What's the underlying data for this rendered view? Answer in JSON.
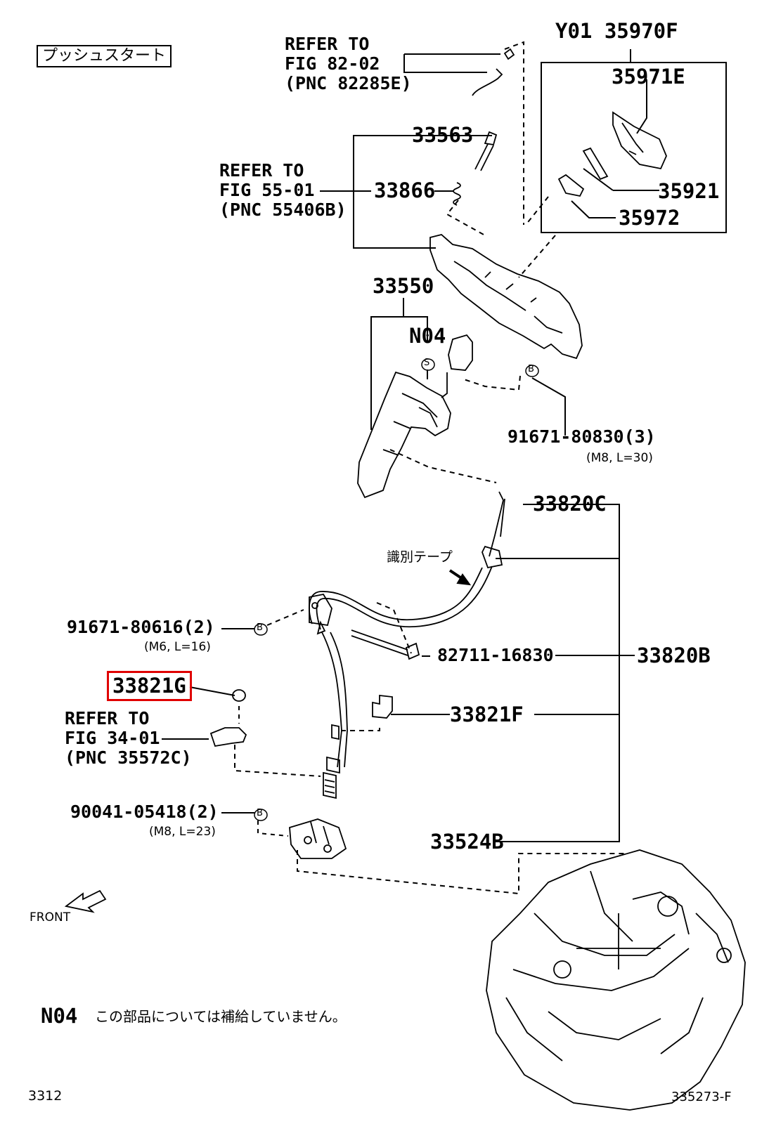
{
  "header": {
    "push_start_label": "プッシュスタート",
    "variant_code": "Y01 35970F"
  },
  "refs": {
    "fig_82": {
      "line1": "REFER TO",
      "line2": "FIG 82-02",
      "line3": "(PNC 82285E)"
    },
    "fig_55": {
      "line1": "REFER TO",
      "line2": "FIG 55-01",
      "line3": "(PNC 55406B)"
    },
    "fig_34": {
      "line1": "REFER TO",
      "line2": "FIG 34-01",
      "line3": "(PNC 35572C)"
    }
  },
  "parts": {
    "p35971E": "35971E",
    "p35921": "35921",
    "p35972": "35972",
    "p33563": "33563",
    "p33866": "33866",
    "p33550": "33550",
    "n04": "N04",
    "p91671_80830": "91671-80830(3)",
    "spec_m8_30": "(M8, L=30)",
    "p33820C": "33820C",
    "id_tape": "識別テープ",
    "p91671_80616": "91671-80616(2)",
    "spec_m6_16": "(M6, L=16)",
    "p82711": "82711-16830",
    "p33820B": "33820B",
    "p33821G": "33821G",
    "p33821F": "33821F",
    "p90041": "90041-05418(2)",
    "spec_m8_23": "(M8, L=23)",
    "p33524B": "33524B",
    "marker_s": "S",
    "marker_b": "B"
  },
  "front_label": "FRONT",
  "note": {
    "code": "N04",
    "text": "この部品については補給していません。"
  },
  "footer": {
    "page_left": "3312",
    "illus_id": "335273-F"
  },
  "colors": {
    "highlight": "#e00000",
    "ink": "#000000"
  }
}
